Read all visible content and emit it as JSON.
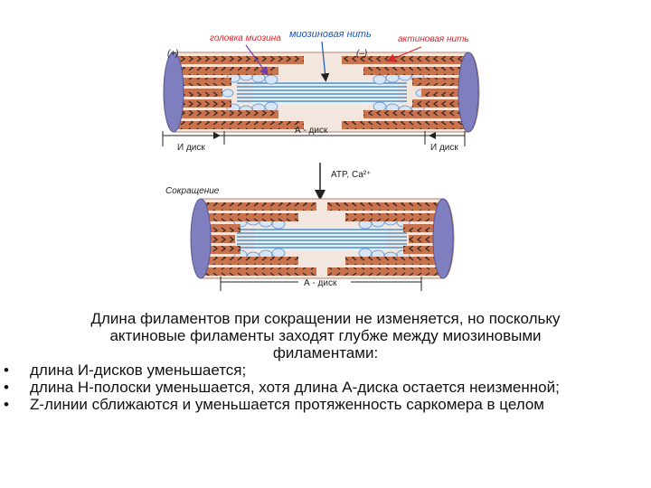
{
  "labels": {
    "head_myosin": "головка миозина",
    "myosin_filament": "миозиновая нить",
    "actin_filament": "актиновая нить",
    "plus": "(+)",
    "minus": "(–)",
    "a_disc_top": "А - диск",
    "i_disc_left": "И диск",
    "i_disc_right": "И диск",
    "atp": "ATP, Ca²⁺",
    "contraction": "Сокращение",
    "a_disc_bottom": "А - диск"
  },
  "colors": {
    "actin": "#c8724e",
    "actin_chevron": "#3a2a24",
    "myosin": "#4e8fd0",
    "z_disc": "#7f7fbf",
    "label_red": "#d8262c",
    "label_blue": "#1c54b0",
    "text": "#111111"
  },
  "caption": {
    "intro_lines": [
      "Длина филаментов при сокращении не изменяется, но поскольку",
      "актиновые филаменты заходят глубже между миозиновыми",
      "филаментами:"
    ],
    "bullets": [
      "длина И-дисков уменьшается;",
      "длина Н-полоски уменьшается, хотя длина А-диска остается неизменной;",
      "Z-линии сближаются и уменьшается протяженность саркомера в целом"
    ]
  }
}
